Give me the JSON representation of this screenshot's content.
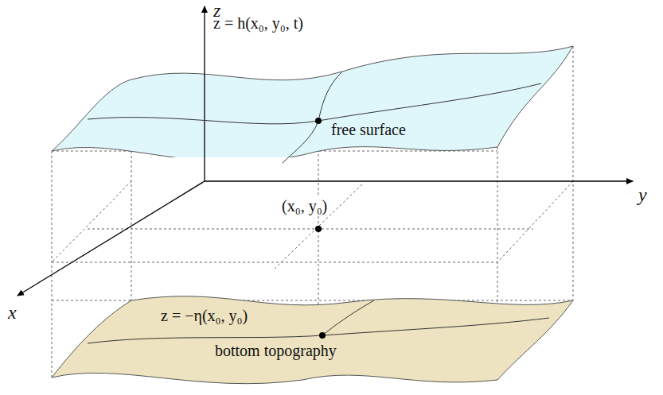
{
  "diagram": {
    "nodes": [
      {
        "text": [
          "z = h(x₀, y₀, t)",
          "free surface"
        ]
      },
      {
        "text": [
          "z = −η(x₀, y₀)",
          "bottom topography"
        ]
      }
    ],
    "labels": [
      "z",
      "y",
      "x",
      "(x₀, y₀)"
    ]
  }
}
